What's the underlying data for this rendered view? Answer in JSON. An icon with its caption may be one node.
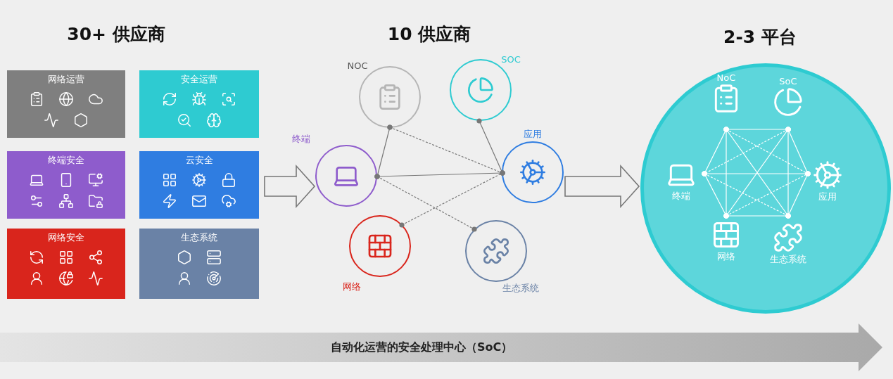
{
  "diagram": {
    "nodes": [
      {
        "text": [
          "网络运营"
        ]
      },
      {
        "text": [
          "安全运营"
        ]
      },
      {
        "text": [
          "终端安全"
        ]
      },
      {
        "text": [
          "云安全"
        ]
      },
      {
        "text": [
          "网络安全"
        ]
      },
      {
        "text": [
          "生态系统"
        ]
      },
      {
        "text": [
          "NOC"
        ]
      },
      {
        "text": [
          "SOC"
        ]
      },
      {
        "text": [
          "终端"
        ]
      },
      {
        "text": [
          "应用"
        ]
      },
      {
        "text": [
          "网络"
        ]
      },
      {
        "text": [
          "生态系统"
        ]
      },
      {
        "text": [],
        "shape": "circle"
      },
      {
        "text": [
          "NoC"
        ],
        "in": 12
      },
      {
        "text": [
          "SoC"
        ],
        "in": 12
      },
      {
        "text": [
          "终端"
        ],
        "in": 12
      },
      {
        "text": [
          "应用"
        ],
        "in": 12
      },
      {
        "text": [
          "网络"
        ],
        "in": 12
      },
      {
        "text": [
          "生态系统"
        ],
        "in": 12
      },
      {
        "text": [
          "自动化运营的安全处理中心（SoC）"
        ]
      }
    ],
    "edges": [
      {
        "from": null,
        "to": 8,
        "arrow": "to"
      },
      {
        "from": 6,
        "to": 8,
        "arrow": "other",
        "color": "#777777"
      },
      {
        "from": 6,
        "to": 9,
        "arrow": "other",
        "style": "dashed",
        "color": "#777777"
      },
      {
        "from": 7,
        "to": 9,
        "arrow": "other",
        "color": "#777777"
      },
      {
        "from": 8,
        "to": 9,
        "arrow": "other",
        "color": "#777777"
      },
      {
        "from": 8,
        "to": 11,
        "arrow": "other",
        "style": "dashed",
        "color": "#777777"
      },
      {
        "from": 10,
        "to": 9,
        "arrow": "other",
        "style": "dashed",
        "color": "#777777"
      },
      {
        "from": 9,
        "to": 12,
        "arrow": "to"
      },
      {
        "from": 13,
        "to": 14,
        "arrow": "other"
      },
      {
        "from": 14,
        "to": 16,
        "arrow": "other"
      },
      {
        "from": 16,
        "to": 18,
        "arrow": "other"
      },
      {
        "from": 18,
        "to": 17,
        "arrow": "other"
      },
      {
        "from": 17,
        "to": 15,
        "arrow": "other"
      },
      {
        "from": 15,
        "to": 13,
        "arrow": "other"
      },
      {
        "from": 13,
        "to": 17,
        "arrow": "other"
      },
      {
        "from": 14,
        "to": 18,
        "arrow": "other"
      },
      {
        "from": 13,
        "to": 18,
        "arrow": "other"
      },
      {
        "from": 14,
        "to": 17,
        "arrow": "other"
      },
      {
        "from": 13,
        "to": 16,
        "arrow": "other",
        "style": "dashed"
      },
      {
        "from": 14,
        "to": 15,
        "arrow": "other",
        "style": "dashed"
      },
      {
        "from": 15,
        "to": 16,
        "arrow": "other"
      },
      {
        "from": 15,
        "to": 18,
        "arrow": "other",
        "style": "dashed"
      },
      {
        "from": 17,
        "to": 16,
        "arrow": "other",
        "style": "dashed"
      }
    ],
    "labels": [
      "30+ 供应商",
      "10 供应商",
      "2-3 平台"
    ]
  }
}
